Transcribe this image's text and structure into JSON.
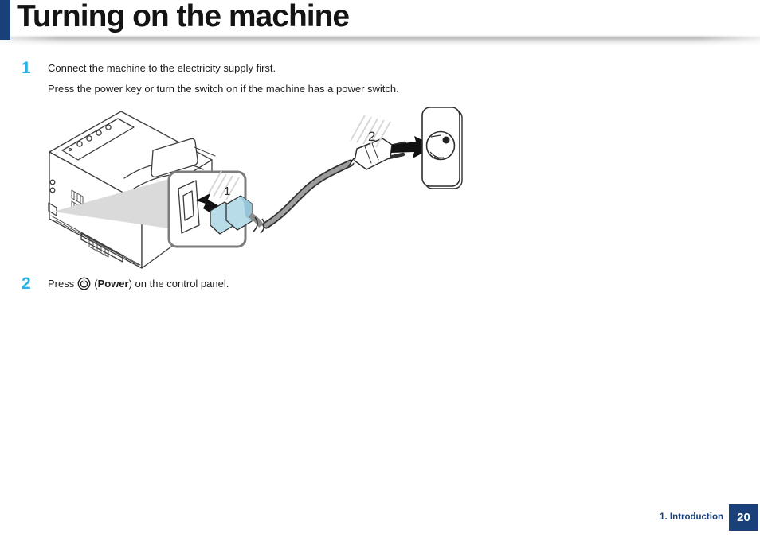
{
  "header": {
    "title": "Turning on the machine"
  },
  "steps": {
    "one": {
      "number": "1",
      "line1": "Connect the machine to the electricity supply first.",
      "line2": "Press the power key or turn the switch on if the machine has a power switch."
    },
    "two": {
      "number": "2",
      "prefix": "Press",
      "open_paren": "(",
      "power_label": "Power",
      "suffix": ") on the control panel."
    }
  },
  "illustration": {
    "callout_labels": {
      "socket": "1",
      "outlet": "2"
    }
  },
  "footer": {
    "chapter": "1. Introduction",
    "page_number": "20"
  },
  "colors": {
    "navy": "#1a4079",
    "step_cyan": "#29b2e5",
    "plug_teal": "#b9dce9",
    "cord_gray": "#9d9d9d"
  }
}
